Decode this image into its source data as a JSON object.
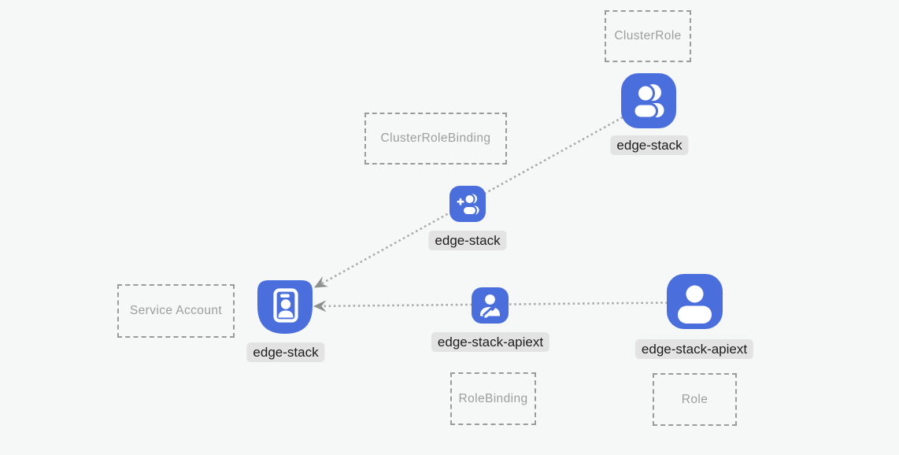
{
  "diagram": {
    "title": "kubernetes-rbac-diagram",
    "colors": {
      "background": "#f6f7f7",
      "node_blue": "#4a6edb",
      "glyph_white": "#ffffff",
      "edge_dots": "#ababab",
      "arrow_gray": "#8f8f8f",
      "kind_box_border": "#9b9b9b",
      "kind_box_text": "#9d9d9d",
      "label_bg": "#e3e3e4",
      "label_text": "#1c1c1c"
    },
    "kind_boxes": [
      {
        "label": "ClusterRole"
      },
      {
        "label": "ClusterRoleBinding"
      },
      {
        "label": "Service Account"
      },
      {
        "label": "RoleBinding"
      },
      {
        "label": "Role"
      }
    ],
    "nodes": [
      {
        "kind": "ClusterRole",
        "label": "edge-stack",
        "icon": "users-icon"
      },
      {
        "kind": "ClusterRoleBinding",
        "label": "edge-stack",
        "icon": "user-plus-icon"
      },
      {
        "kind": "ServiceAccount",
        "label": "edge-stack",
        "icon": "id-badge-icon"
      },
      {
        "kind": "RoleBinding",
        "label": "edge-stack-apiext",
        "icon": "user-edit-icon"
      },
      {
        "kind": "Role",
        "label": "edge-stack-apiext",
        "icon": "user-icon"
      }
    ],
    "edges": [
      {
        "from": "ClusterRole edge-stack",
        "via": "ClusterRoleBinding edge-stack",
        "to": "ServiceAccount edge-stack",
        "style": "dotted, arrow at service account"
      },
      {
        "from": "Role edge-stack-apiext",
        "via": "RoleBinding edge-stack-apiext",
        "to": "ServiceAccount edge-stack",
        "style": "dotted, arrow at service account"
      }
    ]
  }
}
